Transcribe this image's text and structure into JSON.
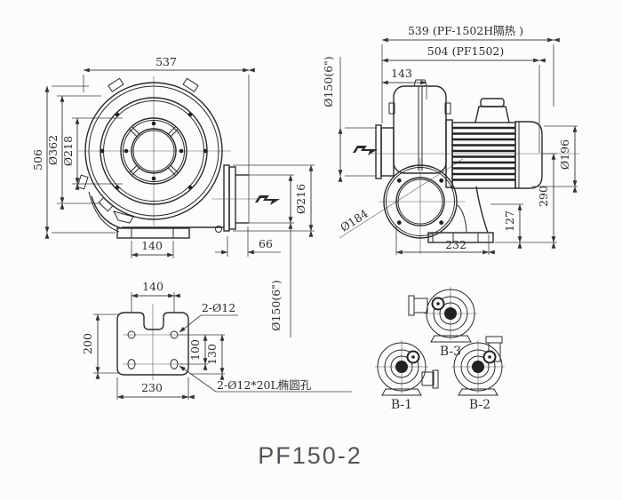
{
  "title": "PF150-2",
  "front_view": {
    "width": "537",
    "height": "506",
    "dia_ring": "Ø362",
    "dia_inner": "Ø218",
    "foot_holes": "140",
    "flange_depth": "66",
    "dia_flange": "Ø216",
    "dia_outlet": "Ø150(6\")"
  },
  "side_view": {
    "length_insulated": "539 (PF-1502H隔热 )",
    "length": "504 (PF1502)",
    "inlet_offset": "143",
    "dia_inlet": "Ø150(6\")",
    "dia_motor": "Ø196",
    "height_axis": "290",
    "height_foot": "127",
    "dia_flange": "Ø184",
    "base_length": "232"
  },
  "base_plate": {
    "hole_span": "140",
    "depth": "200",
    "width": "230",
    "hole_pitch": "100",
    "edge_distance": "130",
    "callout_round_holes": "2-Ø12",
    "callout_slot_holes": "2-Ø12*20L椭圆孔"
  },
  "orientations": {
    "b1": "B-1",
    "b2": "B-2",
    "b3": "B-3"
  }
}
